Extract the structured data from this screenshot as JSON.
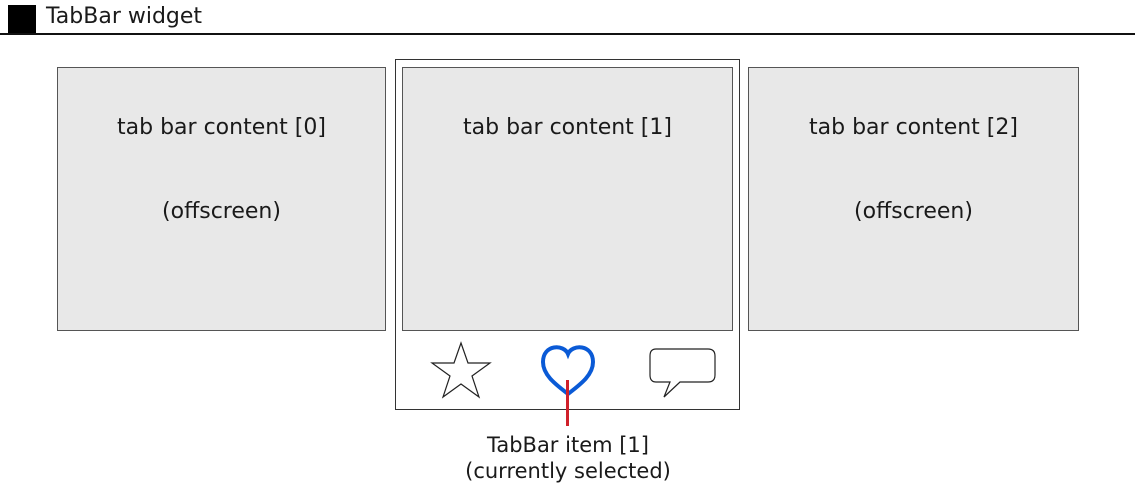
{
  "header": {
    "title": "TabBar widget"
  },
  "panels": [
    {
      "label": "tab bar content [0]",
      "note": "(offscreen)"
    },
    {
      "label": "tab bar content [1]",
      "note": ""
    },
    {
      "label": "tab bar content [2]",
      "note": "(offscreen)"
    }
  ],
  "tabs": [
    {
      "icon": "star-icon"
    },
    {
      "icon": "heart-icon",
      "selected": true
    },
    {
      "icon": "speech-bubble-icon"
    }
  ],
  "callout": {
    "line1": "TabBar item [1]",
    "line2": "(currently selected)"
  },
  "colors": {
    "selected": "#0a5ad6",
    "leader": "#d0202a",
    "panel": "#e8e8e8"
  }
}
